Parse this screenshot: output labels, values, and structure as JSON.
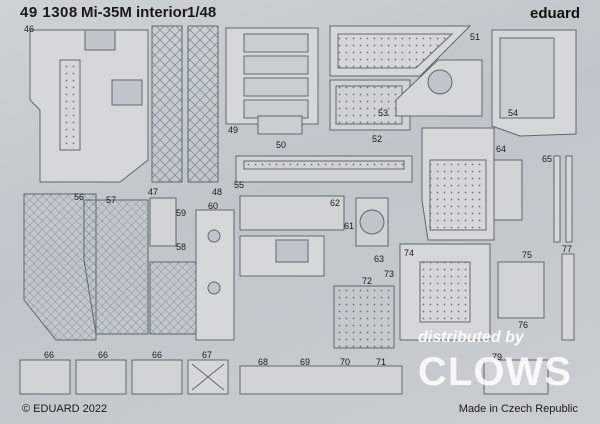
{
  "sheet": {
    "set_number": "49 1308",
    "name": "Mi-35M interior",
    "scale": "1/48",
    "brand": "eduard",
    "copyright": "© EDUARD 2022",
    "origin": "Made in Czech Republic"
  },
  "part_numbers": [
    "46",
    "47",
    "48",
    "49",
    "50",
    "51",
    "52",
    "53",
    "54",
    "55",
    "56",
    "57",
    "58",
    "59",
    "60",
    "61",
    "62",
    "63",
    "64",
    "65",
    "66",
    "66",
    "66",
    "67",
    "68",
    "69",
    "70",
    "71",
    "72",
    "73",
    "74",
    "75",
    "76",
    "77",
    "79"
  ],
  "watermark": {
    "small": "distributed by",
    "big": "CLOWS"
  },
  "colors": {
    "fret": "#c6cbcf",
    "part_outline": "#5f6870",
    "rivet": "#6b747b"
  }
}
